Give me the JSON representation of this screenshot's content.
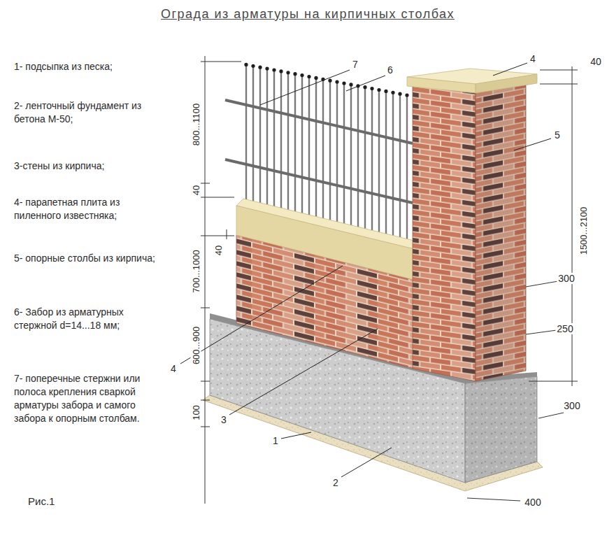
{
  "diagram": {
    "title": "Ограда из арматуры на кирпичных столбах",
    "caption": "Рис.1",
    "labels": [
      "1- подсыпка из песка;",
      "2- ленточный фундамент из бетона М-50;",
      "3-стены из кирпича;",
      "4- парапетная плита из пиленного известняка;",
      "5- опорные столбы из кирпича;",
      "6- Забор из арматурных стержной d=14...18 мм;",
      "7- поперечные стержни или полоса крепления сваркой арматуры забора и самого забора к опорным столбам.",
      "7",
      "6",
      "4",
      "40",
      "5",
      "1500...2100",
      "300",
      "250",
      "300",
      "400",
      "800...1100",
      "40",
      "40",
      "700...1000",
      "600...900",
      "100",
      "4",
      "3",
      "1",
      "2"
    ]
  }
}
